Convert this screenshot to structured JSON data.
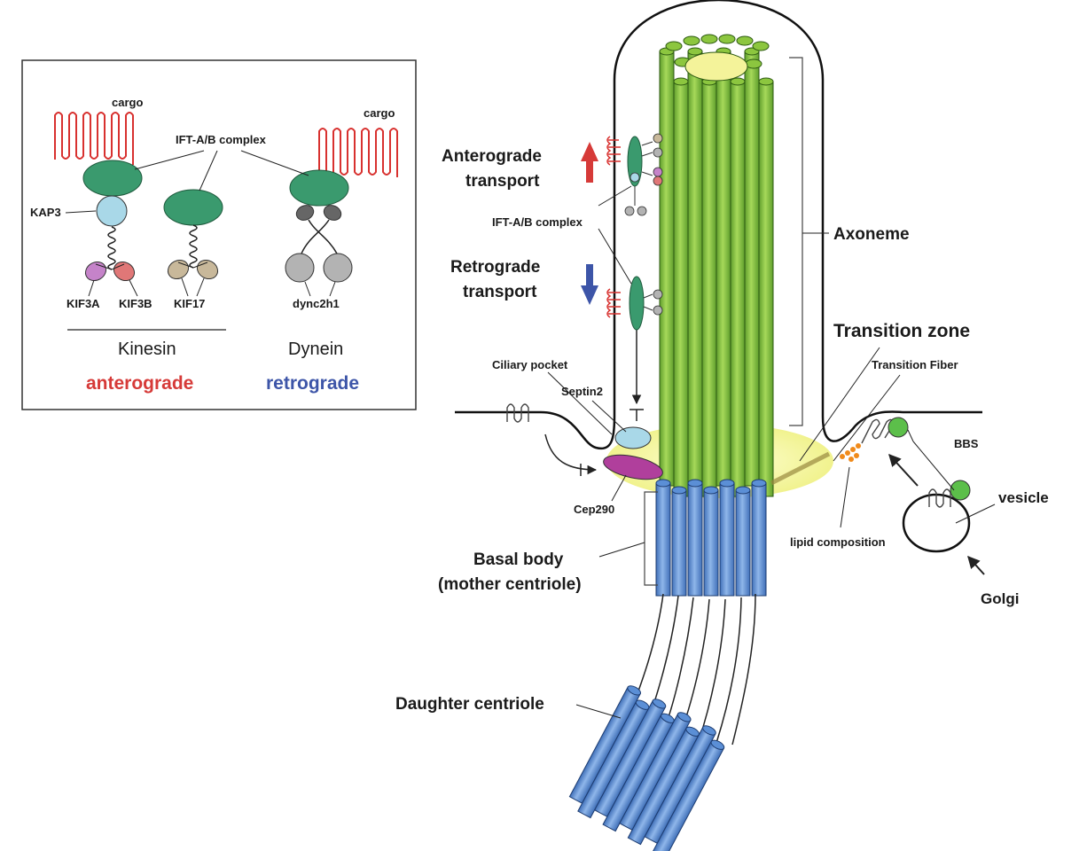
{
  "colors": {
    "ift_green": "#3a9a6e",
    "kap3_blue": "#a9d8e8",
    "kif3a_purple": "#c583c9",
    "kif3b_red": "#e07777",
    "kif17_tan": "#c8b89a",
    "dynein_gray": "#b3b3b3",
    "cargo_red": "#d8312f",
    "axoneme_green": "#8cc63f",
    "basal_blue": "#5b8fd6",
    "transition_yellow": "#f3f3a0",
    "anterograde_red": "#d63a38",
    "retrograde_blue": "#3d55a8"
  },
  "inset": {
    "cargo_left": "cargo",
    "cargo_right": "cargo",
    "ift_complex": "IFT-A/B complex",
    "kap3": "KAP3",
    "kif3a": "KIF3A",
    "kif3b": "KIF3B",
    "kif17": "KIF17",
    "dync2h1": "dync2h1",
    "kinesin": "Kinesin",
    "dynein": "Dynein",
    "anterograde": "anterograde",
    "retrograde": "retrograde"
  },
  "main": {
    "anterograde_line1": "Anterograde",
    "anterograde_line2": "transport",
    "ift_complex": "IFT-A/B complex",
    "retrograde_line1": "Retrograde",
    "retrograde_line2": "transport",
    "axoneme": "Axoneme",
    "transition_zone": "Transition zone",
    "transition_fiber": "Transition Fiber",
    "ciliary_pocket": "Ciliary pocket",
    "septin2": "Septin2",
    "cep290": "Cep290",
    "bbs": "BBS",
    "vesicle": "vesicle",
    "lipid_composition": "lipid composition",
    "golgi": "Golgi",
    "basal_body_line1": "Basal body",
    "basal_body_line2": "(mother centriole)",
    "daughter_centriole": "Daughter centriole"
  }
}
